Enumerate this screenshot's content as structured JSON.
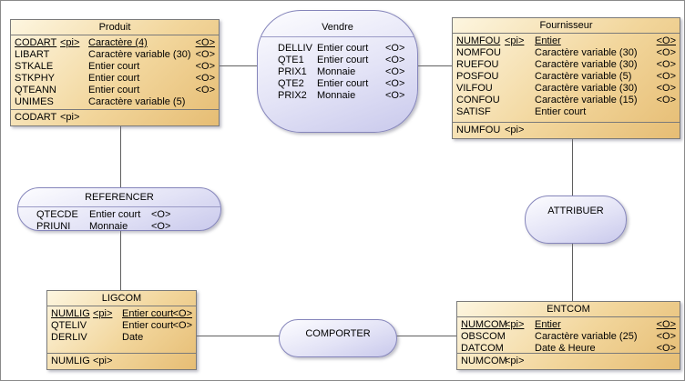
{
  "colors": {
    "entity_fill_start": "#fdf6e0",
    "entity_fill_end": "#e6bd74",
    "entity_border": "#7a7a7a",
    "association_fill_start": "#fdfdff",
    "association_fill_end": "#c9c9ec",
    "association_border": "#8585bb",
    "connection_line": "#5f5f5f"
  },
  "diagram": {
    "entities": [
      {
        "id": "produit",
        "title": "Produit",
        "attributes": [
          {
            "name": "CODART",
            "pi": "<pi>",
            "type": "Caractère (4)",
            "mand": "<O>",
            "cls": "key"
          },
          {
            "name": "LIBART",
            "type": "Caractère variable (30)",
            "mand": "<O>"
          },
          {
            "name": "STKALE",
            "type": "Entier court",
            "mand": "<O>"
          },
          {
            "name": "STKPHY",
            "type": "Entier court",
            "mand": "<O>"
          },
          {
            "name": "QTEANN",
            "type": "Entier court",
            "mand": "<O>"
          },
          {
            "name": "UNIMES",
            "type": "Caractère variable (5)"
          }
        ],
        "footer": {
          "name": "CODART",
          "pi": "<pi>"
        }
      },
      {
        "id": "fournisseur",
        "title": "Fournisseur",
        "attributes": [
          {
            "name": "NUMFOU",
            "pi": "<pi>",
            "type": "Entier",
            "mand": "<O>",
            "cls": "key"
          },
          {
            "name": "NOMFOU",
            "type": "Caractère variable (30)",
            "mand": "<O>"
          },
          {
            "name": "RUEFOU",
            "type": "Caractère variable (30)",
            "mand": "<O>"
          },
          {
            "name": "POSFOU",
            "type": "Caractère variable (5)",
            "mand": "<O>"
          },
          {
            "name": "VILFOU",
            "type": "Caractère variable (30)",
            "mand": "<O>"
          },
          {
            "name": "CONFOU",
            "type": "Caractère variable (15)",
            "mand": "<O>"
          },
          {
            "name": "SATISF",
            "type": "Entier court"
          }
        ],
        "footer": {
          "name": "NUMFOU",
          "pi": "<pi>"
        }
      },
      {
        "id": "ligcom",
        "title": "LIGCOM",
        "attributes": [
          {
            "name": "NUMLIG",
            "pi": "<pi>",
            "type": "Entier court",
            "mand": "<O>",
            "cls": "key"
          },
          {
            "name": "QTELIV",
            "type": "Entier court",
            "mand": "<O>"
          },
          {
            "name": "DERLIV",
            "type": "Date"
          }
        ],
        "footer": {
          "name": "NUMLIG",
          "pi": "<pi>"
        }
      },
      {
        "id": "entcom",
        "title": "ENTCOM",
        "attributes": [
          {
            "name": "NUMCOM",
            "pi": "<pi>",
            "type": "Entier",
            "mand": "<O>",
            "cls": "key"
          },
          {
            "name": "OBSCOM",
            "type": "Caractère variable (25)",
            "mand": "<O>"
          },
          {
            "name": "DATCOM",
            "type": "Date & Heure",
            "mand": "<O>"
          }
        ],
        "footer": {
          "name": "NUMCOM",
          "pi": "<pi>"
        }
      }
    ],
    "associations": [
      {
        "id": "vendre",
        "title": "Vendre",
        "attributes": [
          {
            "name": "DELLIV",
            "type": "Entier court",
            "mand": "<O>"
          },
          {
            "name": "QTE1",
            "type": "Entier court",
            "mand": "<O>"
          },
          {
            "name": "PRIX1",
            "type": "Monnaie",
            "mand": "<O>"
          },
          {
            "name": "QTE2",
            "type": "Entier court",
            "mand": "<O>"
          },
          {
            "name": "PRIX2",
            "type": "Monnaie",
            "mand": "<O>"
          }
        ]
      },
      {
        "id": "referencer",
        "title": "REFERENCER",
        "attributes": [
          {
            "name": "QTECDE",
            "type": "Entier court",
            "mand": "<O>"
          },
          {
            "name": "PRIUNI",
            "type": "Monnaie",
            "mand": "<O>"
          }
        ]
      },
      {
        "id": "attribuer",
        "title": "ATTRIBUER"
      },
      {
        "id": "comporter",
        "title": "COMPORTER"
      }
    ]
  }
}
